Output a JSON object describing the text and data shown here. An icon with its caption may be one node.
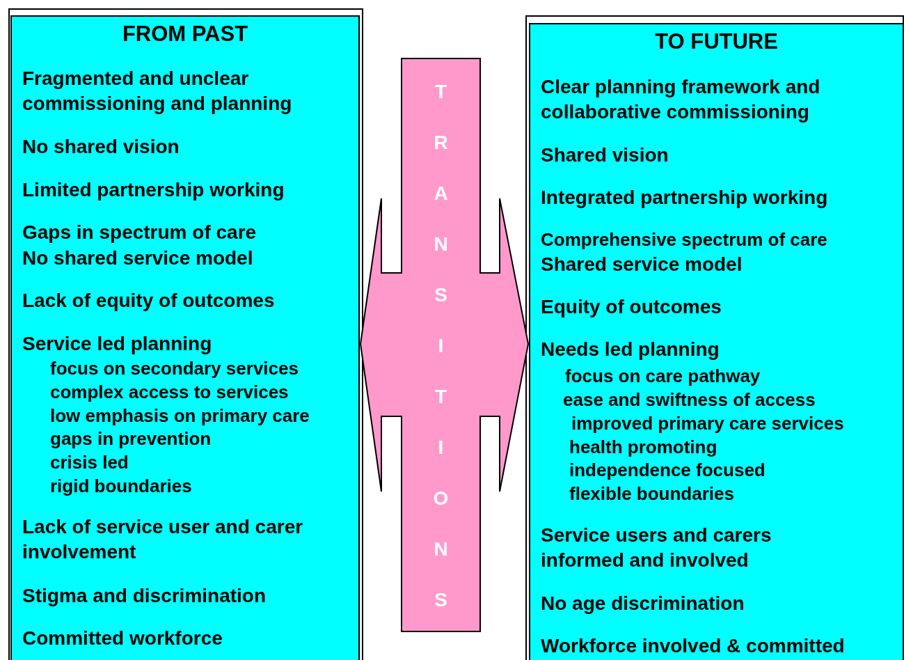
{
  "diagram": {
    "nodes": [
      {
        "text": [
          "FROM PAST",
          "Fragmented and unclear commissioning and planning",
          "No shared vision",
          "Limited partnership working",
          "Gaps in spectrum of care",
          "No shared service model",
          "Lack of equity of outcomes",
          "Service led planning",
          "focus on secondary services",
          "complex access to services",
          "low emphasis on primary care",
          "gaps in prevention",
          "crisis led",
          "rigid boundaries",
          "Lack of service user and carer involvement",
          "Stigma and discrimination",
          "Committed workforce"
        ]
      },
      {
        "text": [
          "TO FUTURE",
          "Clear planning framework and collaborative commissioning",
          "Shared vision",
          "Integrated partnership working",
          "Comprehensive spectrum of care",
          "Shared service model",
          "Equity of outcomes",
          "Needs led planning",
          "focus on care pathway",
          "ease and swiftness of access",
          "improved primary care services",
          "health promoting",
          "independence focused",
          "flexible boundaries",
          "Service users and carers informed and involved",
          "No age discrimination",
          "Workforce involved & committed"
        ]
      }
    ],
    "edges": [
      {
        "from": 0,
        "to": 1,
        "arrow": "both",
        "label": "TRANSITIONS"
      }
    ]
  }
}
